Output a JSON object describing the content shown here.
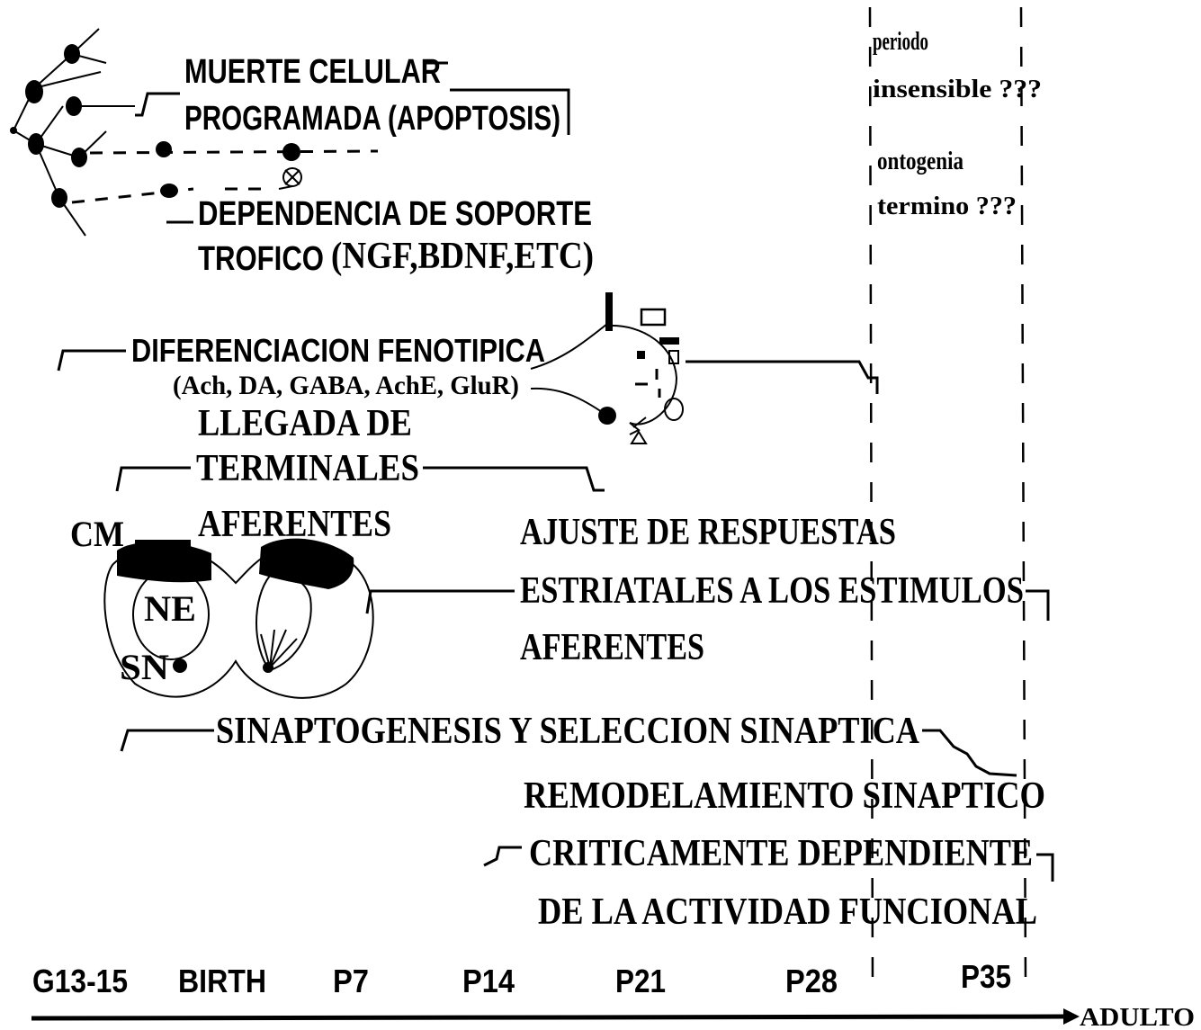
{
  "stages": {
    "apoptosis_line1": "MUERTE CELULAR",
    "apoptosis_line2": "PROGRAMADA (APOPTOSIS)",
    "trophic_line1": "DEPENDENCIA DE SOPORTE",
    "trophic_line2_a": "TROFICO",
    "trophic_line2_b": "(NGF,BDNF,ETC)",
    "phenotype_line1": "DIFERENCIACION FENOTIPICA",
    "phenotype_line2": "(Ach, DA, GABA, AchE, GluR)",
    "afferent_line1": "LLEGADA DE",
    "afferent_line2": "TERMINALES",
    "afferent_line3": "AFERENTES",
    "adjust_line1": "AJUSTE DE RESPUESTAS",
    "adjust_line2": "ESTRIATALES A LOS ESTIMULOS",
    "adjust_line3": "AFERENTES",
    "synapto": "SINAPTOGENESIS Y SELECCION SINAPTICA",
    "remodel_line1": "REMODELAMIENTO SINAPTICO",
    "remodel_line2": "CRITICAMENTE DEPENDIENTE",
    "remodel_line3": "DE LA ACTIVIDAD FUNCIONAL"
  },
  "notes": {
    "insensitive_line1": "periodo",
    "insensitive_line2": "insensible ???",
    "ontogeny_line1": "ontogenia",
    "ontogeny_line2": "termino ???"
  },
  "brain_labels": {
    "cm": "CM",
    "ne": "NE",
    "sn": "SN"
  },
  "timeline": {
    "ticks": [
      "G13-15",
      "BIRTH",
      "P7",
      "P14",
      "P21",
      "P28",
      "P35"
    ],
    "end_label": "ADULTO"
  }
}
